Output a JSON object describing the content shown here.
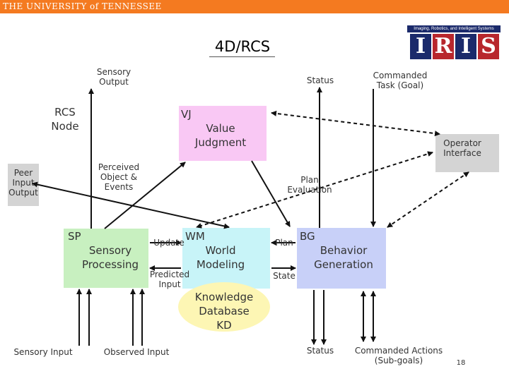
{
  "header": {
    "university": "THE UNIVERSITY of TENNESSEE"
  },
  "logo": {
    "tagline": "Imaging, Robotics, and Intelligent Systems",
    "letters": [
      "I",
      "R",
      "I",
      "S"
    ]
  },
  "title": "4D/RCS",
  "labels": {
    "sensory_output": [
      "Sensory",
      "Output"
    ],
    "status_top": "Status",
    "commanded_task": [
      "Commanded",
      "Task (Goal)"
    ],
    "rcs_node": [
      "RCS",
      "Node"
    ],
    "vj": "VJ",
    "value_judgment": [
      "Value",
      "Judgment"
    ],
    "operator_interface": [
      "Operator",
      "Interface"
    ],
    "peer_io": [
      "Peer",
      "Input",
      "Output"
    ],
    "perceived": [
      "Perceived",
      "Object &",
      "Events"
    ],
    "plan_evaluation": [
      "Plan",
      "Evaluation"
    ],
    "sp": "SP",
    "sensory_processing": [
      "Sensory",
      "Processing"
    ],
    "update": "Update",
    "wm": "WM",
    "world_modeling": [
      "World",
      "Modeling"
    ],
    "predicted_input": [
      "Predicted",
      "Input"
    ],
    "plan": "Plan",
    "bg": "BG",
    "behavior_generation": [
      "Behavior",
      "Generation"
    ],
    "state": "State",
    "knowledge_db": [
      "Knowledge",
      "Database",
      "KD"
    ],
    "sensory_input": "Sensory Input",
    "observed_input": "Observed Input",
    "status_bottom": "Status",
    "commanded_actions": [
      "Commanded Actions",
      "(Sub-goals)"
    ],
    "page_number": "18"
  },
  "colors": {
    "header_bar": "#f47a20",
    "vj_box": "#f9c8f4",
    "sp_box": "#c8f0c0",
    "wm_box": "#c8f4f8",
    "bg_box": "#c8d0f8",
    "kd_ellipse": "#fdf6b4",
    "side_boxes": "#d4d4d4"
  }
}
